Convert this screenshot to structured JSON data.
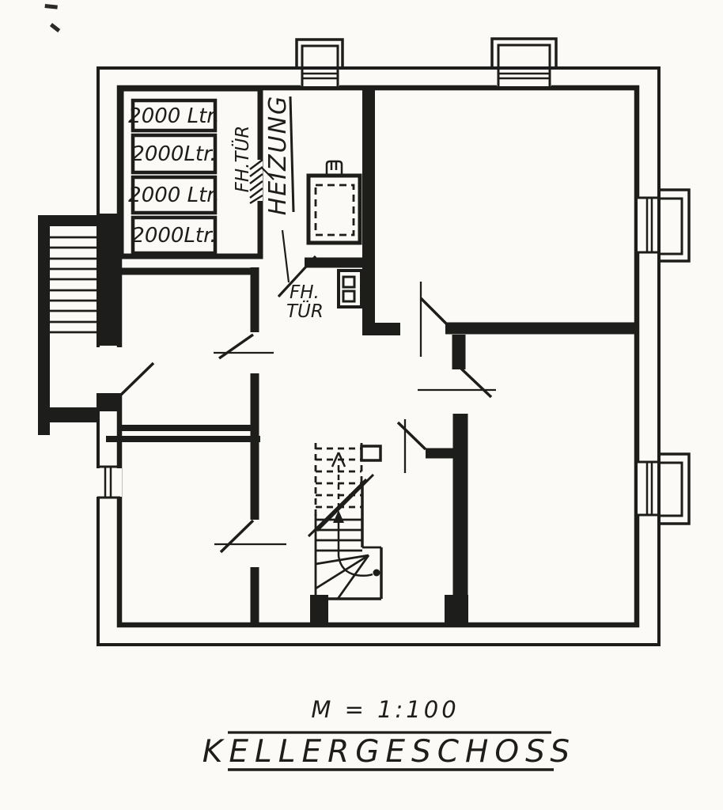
{
  "page": {
    "background": "#fbfaf6",
    "ink": "#1d1d1c"
  },
  "plan": {
    "tanks": [
      {
        "label": "2000 Ltr."
      },
      {
        "label": "2000Ltr."
      },
      {
        "label": "2000 Ltr."
      },
      {
        "label": "2000Ltr."
      }
    ],
    "tank_room_door_label": "FH.TÜR",
    "heating_room_label": "HEIZUNG",
    "heating_door_label_line1": "FH.",
    "heating_door_label_line2": "TÜR"
  },
  "footer": {
    "scale": "M = 1:100",
    "title": "KELLERGESCHOSS"
  }
}
